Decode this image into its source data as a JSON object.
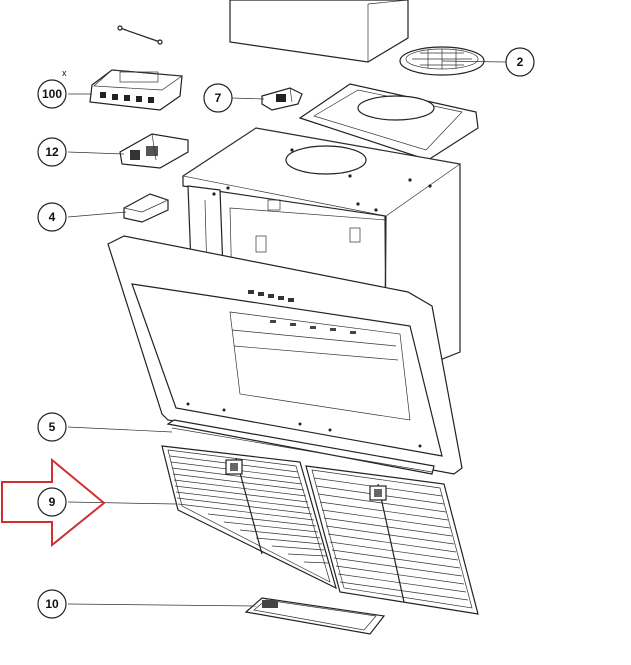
{
  "diagram": {
    "callouts": [
      {
        "id": "c100",
        "label": "100"
      },
      {
        "id": "c2",
        "label": "2"
      },
      {
        "id": "c7",
        "label": "7"
      },
      {
        "id": "c12",
        "label": "12"
      },
      {
        "id": "c4",
        "label": "4"
      },
      {
        "id": "c5",
        "label": "5"
      },
      {
        "id": "c9",
        "label": "9"
      },
      {
        "id": "c10",
        "label": "10"
      }
    ],
    "marker_x": "x",
    "highlight_color": "#d32f2f"
  }
}
